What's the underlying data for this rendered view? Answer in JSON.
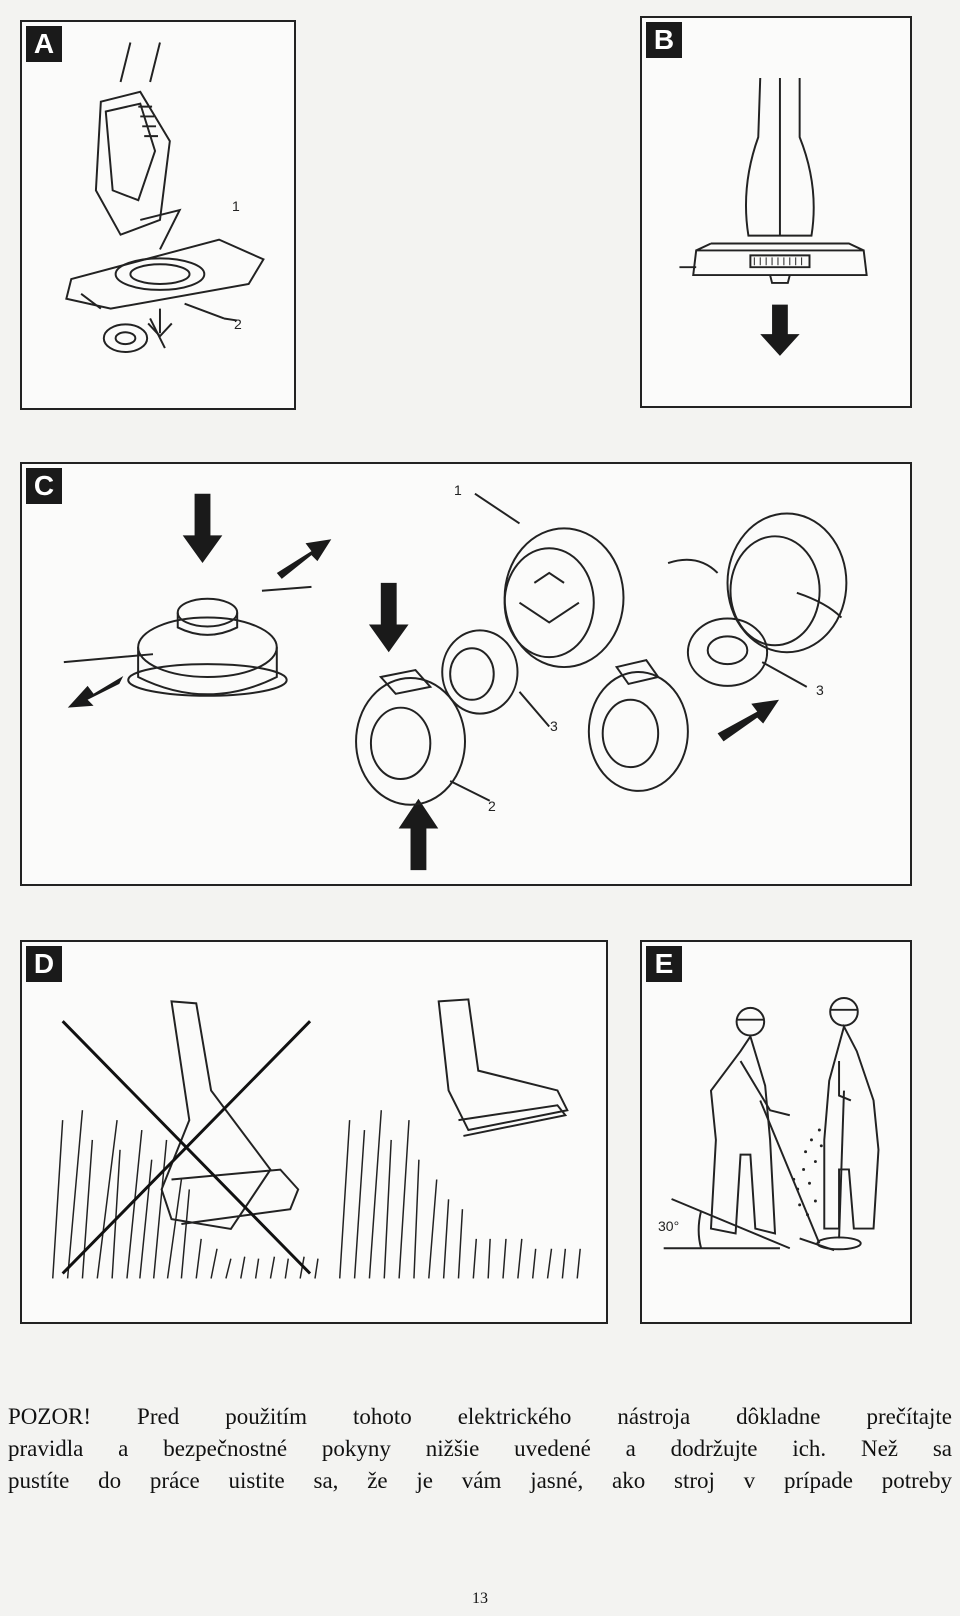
{
  "figures": {
    "a": {
      "label": "A",
      "callouts": [
        "1",
        "2"
      ]
    },
    "b": {
      "label": "B"
    },
    "c": {
      "label": "C",
      "callouts": [
        "1",
        "2",
        "3",
        "3"
      ]
    },
    "d": {
      "label": "D"
    },
    "e": {
      "label": "E",
      "angle": "30°"
    }
  },
  "text": {
    "lines": [
      "POZOR! Pred použitím tohoto elektrického nástroja dôkladne prečítajte",
      "pravidla a bezpečnostné pokyny nižšie uvedené a dodržujte ich. Než sa",
      "pustíte do práce uistite sa, že je vám jasné, ako stroj v prípade potreby"
    ]
  },
  "page_number": "13"
}
